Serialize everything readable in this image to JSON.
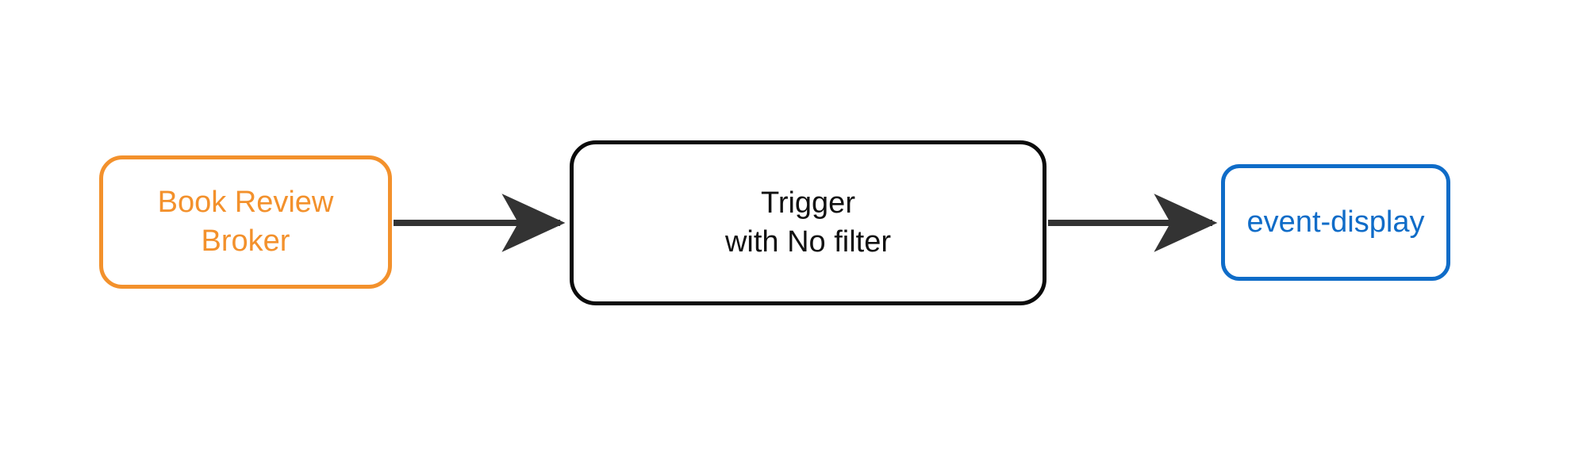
{
  "diagram": {
    "type": "flowchart",
    "direction": "left-to-right",
    "background_color": "#ffffff",
    "title": "",
    "nodes": [
      {
        "id": "broker",
        "label": "Book Review\nBroker",
        "lines": [
          "Book Review",
          "Broker"
        ],
        "shape": "rounded-rectangle",
        "border_color": "#f3912c",
        "text_color": "#f3912c",
        "fill_color": "#ffffff"
      },
      {
        "id": "trigger",
        "label": "Trigger\nwith No filter",
        "lines": [
          "Trigger",
          "with No filter"
        ],
        "shape": "rounded-rectangle",
        "border_color": "#0b0b0b",
        "text_color": "#111111",
        "fill_color": "#ffffff"
      },
      {
        "id": "sink",
        "label": "event-display",
        "lines": [
          "event-display"
        ],
        "shape": "rounded-rectangle",
        "border_color": "#0f6cc8",
        "text_color": "#0f6cc8",
        "fill_color": "#ffffff"
      }
    ],
    "edges": [
      {
        "id": "edge-broker-trigger",
        "from": "broker",
        "to": "trigger",
        "label": "",
        "color": "#333333",
        "arrowhead": "filled-dart"
      },
      {
        "id": "edge-trigger-sink",
        "from": "trigger",
        "to": "sink",
        "label": "",
        "color": "#333333",
        "arrowhead": "filled-dart"
      }
    ]
  }
}
